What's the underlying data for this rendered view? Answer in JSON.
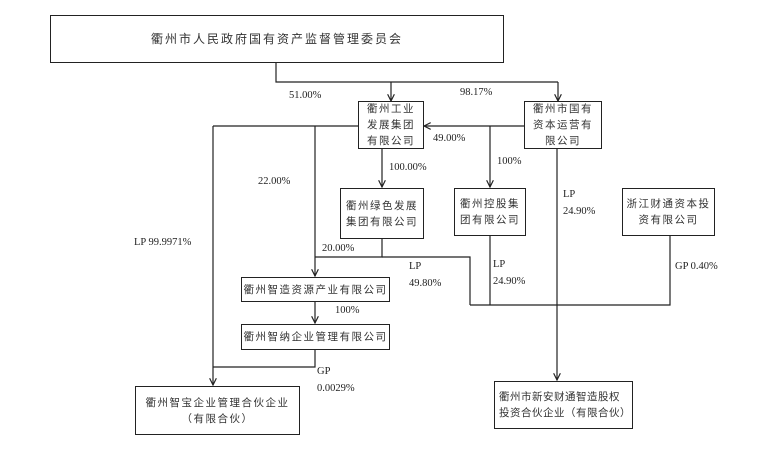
{
  "diagram": {
    "type": "equity-ownership-structure",
    "nodes": {
      "sasac": "衢州市人民政府国有资产监督管理委员会",
      "industry": "衢州工业\n发展集团\n有限公司",
      "capital_ops": "衢州市国有\n资本运营有\n限公司",
      "green": "衢州绿色发展\n集团有限公司",
      "holding": "衢州控股集\n团有限公司",
      "zheshang": "浙江财通资本投\n资有限公司",
      "zhizao": "衢州智造资源产业有限公司",
      "zhina": "衢州智纳企业管理有限公司",
      "zhibao": "衢州智宝企业管理合伙企业\n（有限合伙）",
      "xinan": "衢州市新安财通智造股权\n投资合伙企业（有限合伙）"
    },
    "edges": [
      {
        "from": "sasac",
        "to": "industry",
        "label": "51.00%"
      },
      {
        "from": "sasac",
        "to": "capital_ops",
        "label": "98.17%"
      },
      {
        "from": "capital_ops",
        "to": "industry",
        "label": "49.00%"
      },
      {
        "from": "capital_ops",
        "to": "holding",
        "label": "100%"
      },
      {
        "from": "industry",
        "to": "green",
        "label": "100.00%"
      },
      {
        "from": "industry",
        "to": "zhizao",
        "label": "22.00%"
      },
      {
        "from": "industry",
        "to": "zhibao",
        "label": "LP 99.9971%"
      },
      {
        "from": "green",
        "to": "zhizao",
        "label": "20.00%"
      },
      {
        "from": "green",
        "to": "xinan",
        "label": "LP\n49.80%"
      },
      {
        "from": "holding",
        "to": "xinan",
        "label": "LP\n24.90%"
      },
      {
        "from": "capital_ops",
        "to": "xinan",
        "label": "LP\n24.90%"
      },
      {
        "from": "zheshang",
        "to": "xinan",
        "label": "GP 0.40%"
      },
      {
        "from": "zhizao",
        "to": "zhina",
        "label": "100%"
      },
      {
        "from": "zhina",
        "to": "zhibao",
        "label": "GP\n0.0029%"
      }
    ]
  }
}
